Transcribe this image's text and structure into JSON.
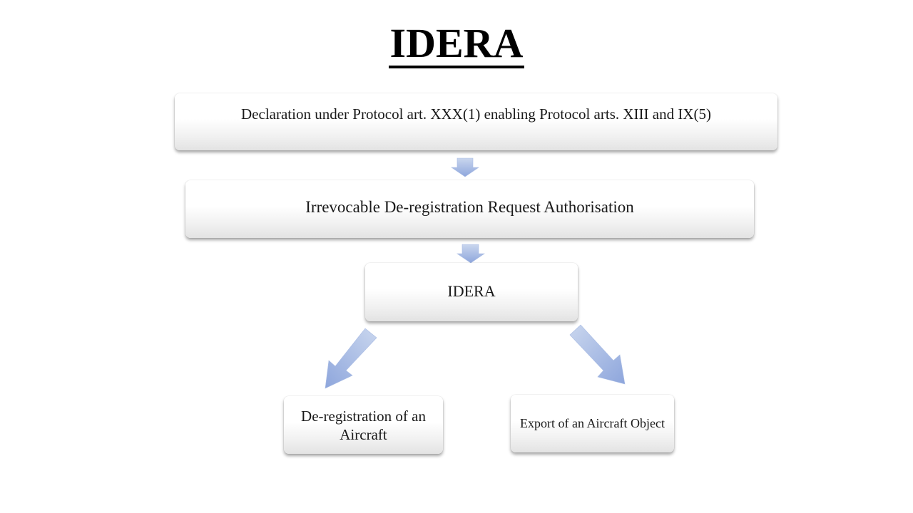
{
  "title": "IDERA",
  "nodes": {
    "declaration": "Declaration under Protocol art. XXX(1) enabling Protocol arts. XIII and IX(5)",
    "irrevocable": "Irrevocable De-registration Request Authorisation",
    "idera": "IDERA",
    "deregistration": "De-registration of an Aircraft",
    "export": "Export of an Aircraft Object"
  },
  "colors": {
    "arrow_light": "#c9d6ee",
    "arrow_dark": "#8ea6dc"
  }
}
